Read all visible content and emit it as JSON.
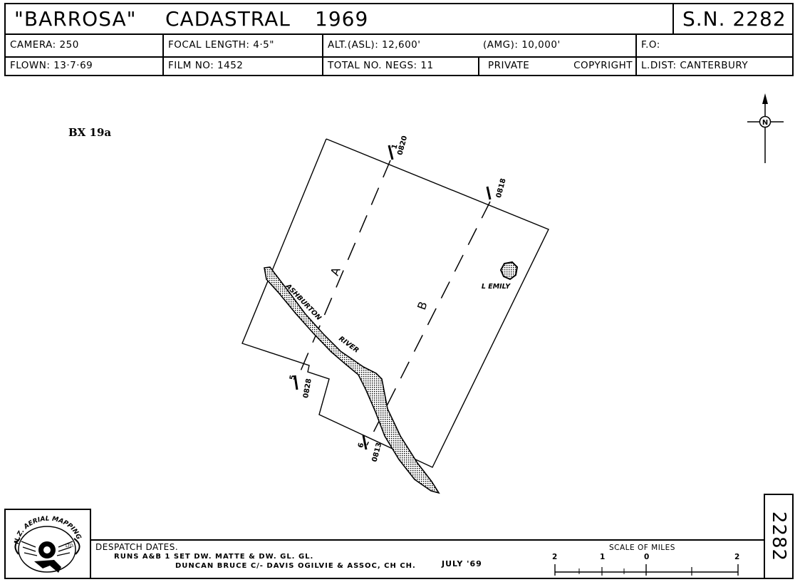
{
  "header": {
    "title": "\"BARROSA\"",
    "subtitle": "CADASTRAL",
    "year": "1969",
    "sortie_number": "S.N. 2282",
    "camera": "CAMERA: 250",
    "focal_length": "FOCAL LENGTH: 4·5\"",
    "alt_asl": "ALT.(ASL): 12,600'",
    "amg": "(AMG): 10,000'",
    "fo": "F.O:",
    "flown": "FLOWN: 13·7·69",
    "film_no": "FILM NO: 1452",
    "total_negs": "TOTAL NO. NEGS: 11",
    "private": "PRIVATE",
    "copyright": "COPYRIGHT",
    "land_district": "L.DIST: CANTERBURY"
  },
  "map": {
    "sheet_label": "BX 19a",
    "north_symbol": "N",
    "run_a": "A",
    "run_b": "B",
    "river_name_1": "ASHBURTON",
    "river_name_2": "RIVER",
    "lake_label": "L EMILY",
    "frames": [
      {
        "run": "1",
        "frame": "0820"
      },
      {
        "run": "",
        "frame": "0818"
      },
      {
        "run": "5",
        "frame": "0828"
      },
      {
        "run": "6",
        "frame": "0813"
      }
    ]
  },
  "footer": {
    "logo_text_top": "N.Z. AERIAL MAPPING",
    "logo_text_small": "LTD.",
    "despatch_title": "DESPATCH DATES.",
    "despatch_line1": "RUNS A&B   1 SET  DW. MATTE & DW. GL. GL.",
    "despatch_line2": "DUNCAN BRUCE  C/- DAVIS  OGILVIE  &  ASSOC, CH CH.",
    "despatch_date": "JULY '69",
    "scale_title": "SCALE OF MILES",
    "scale_labels": [
      "2",
      "1",
      "0",
      "2"
    ],
    "sortie_vertical": "2282"
  }
}
